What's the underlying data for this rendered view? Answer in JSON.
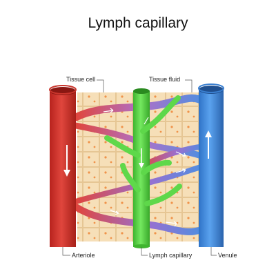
{
  "title": "Lymph capillary",
  "labels": {
    "tissue_cell": "Tissue cell",
    "tissue_fluid": "Tissue fluid",
    "arteriole": "Arteriole",
    "lymph_capillary": "Lymph capillary",
    "venule": "Venule"
  },
  "colors": {
    "tissue": "#f6dfb8",
    "cell_border": "#e3c08b",
    "nucleus": "#f0934a",
    "arteriole": "#e0463d",
    "venule": "#4a90e2",
    "lymph": "#5ed84a"
  }
}
